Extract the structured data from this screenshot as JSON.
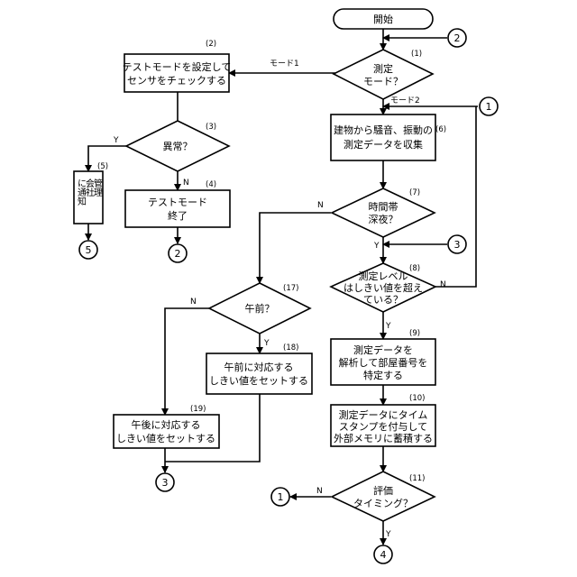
{
  "nodes": {
    "start": {
      "text": "開始"
    },
    "n1": {
      "number": "(1)",
      "line1": "測定",
      "line2": "モード？"
    },
    "n2": {
      "number": "(2)",
      "line1": "テストモードを設定して",
      "line2": "センサをチェックする"
    },
    "n3": {
      "number": "(3)",
      "line1": "異常？"
    },
    "n4": {
      "number": "(4)",
      "line1": "テストモード",
      "line2": "終了"
    },
    "n5": {
      "number": "(5)",
      "col1": "管理",
      "col2": "会社",
      "col3": "に通知"
    },
    "n6": {
      "number": "(6)",
      "line1": "建物から騒音、振動の",
      "line2": "測定データを収集"
    },
    "n7": {
      "number": "(7)",
      "line1": "時間帯",
      "line2": "深夜？"
    },
    "n8": {
      "number": "(8)",
      "line1": "測定レベル",
      "line2": "はしきい値を超え",
      "line3": "ている？"
    },
    "n9": {
      "number": "(9)",
      "line1": "測定データを",
      "line2": "解析して部屋番号を",
      "line3": "特定する"
    },
    "n10": {
      "number": "(10)",
      "line1": "測定データにタイム",
      "line2": "スタンプを付与して",
      "line3": "外部メモリに蓄積する"
    },
    "n11": {
      "number": "(11)",
      "line1": "評価",
      "line2": "タイミング？"
    },
    "n17": {
      "number": "(17)",
      "line1": "午前？"
    },
    "n18": {
      "number": "(18)",
      "line1": "午前に対応する",
      "line2": "しきい値をセットする"
    },
    "n19": {
      "number": "(19)",
      "line1": "午後に対応する",
      "line2": "しきい値をセットする"
    }
  },
  "edge_labels": {
    "mode1": "モード1",
    "mode2": "モード2",
    "n3_yes": "Y",
    "n3_no": "N",
    "n7_no": "N",
    "n7_yes": "Y",
    "n8_no": "N",
    "n8_yes": "Y",
    "n17_no": "N",
    "n17_yes": "Y",
    "n11_no": "N",
    "n11_yes": "Y"
  },
  "connectors": {
    "c2_top": "2",
    "c1_right": "1",
    "c3_right": "3",
    "c5": "5",
    "c2_bottom": "2",
    "c3_bottom": "3",
    "c1_left": "1",
    "c4": "4"
  }
}
